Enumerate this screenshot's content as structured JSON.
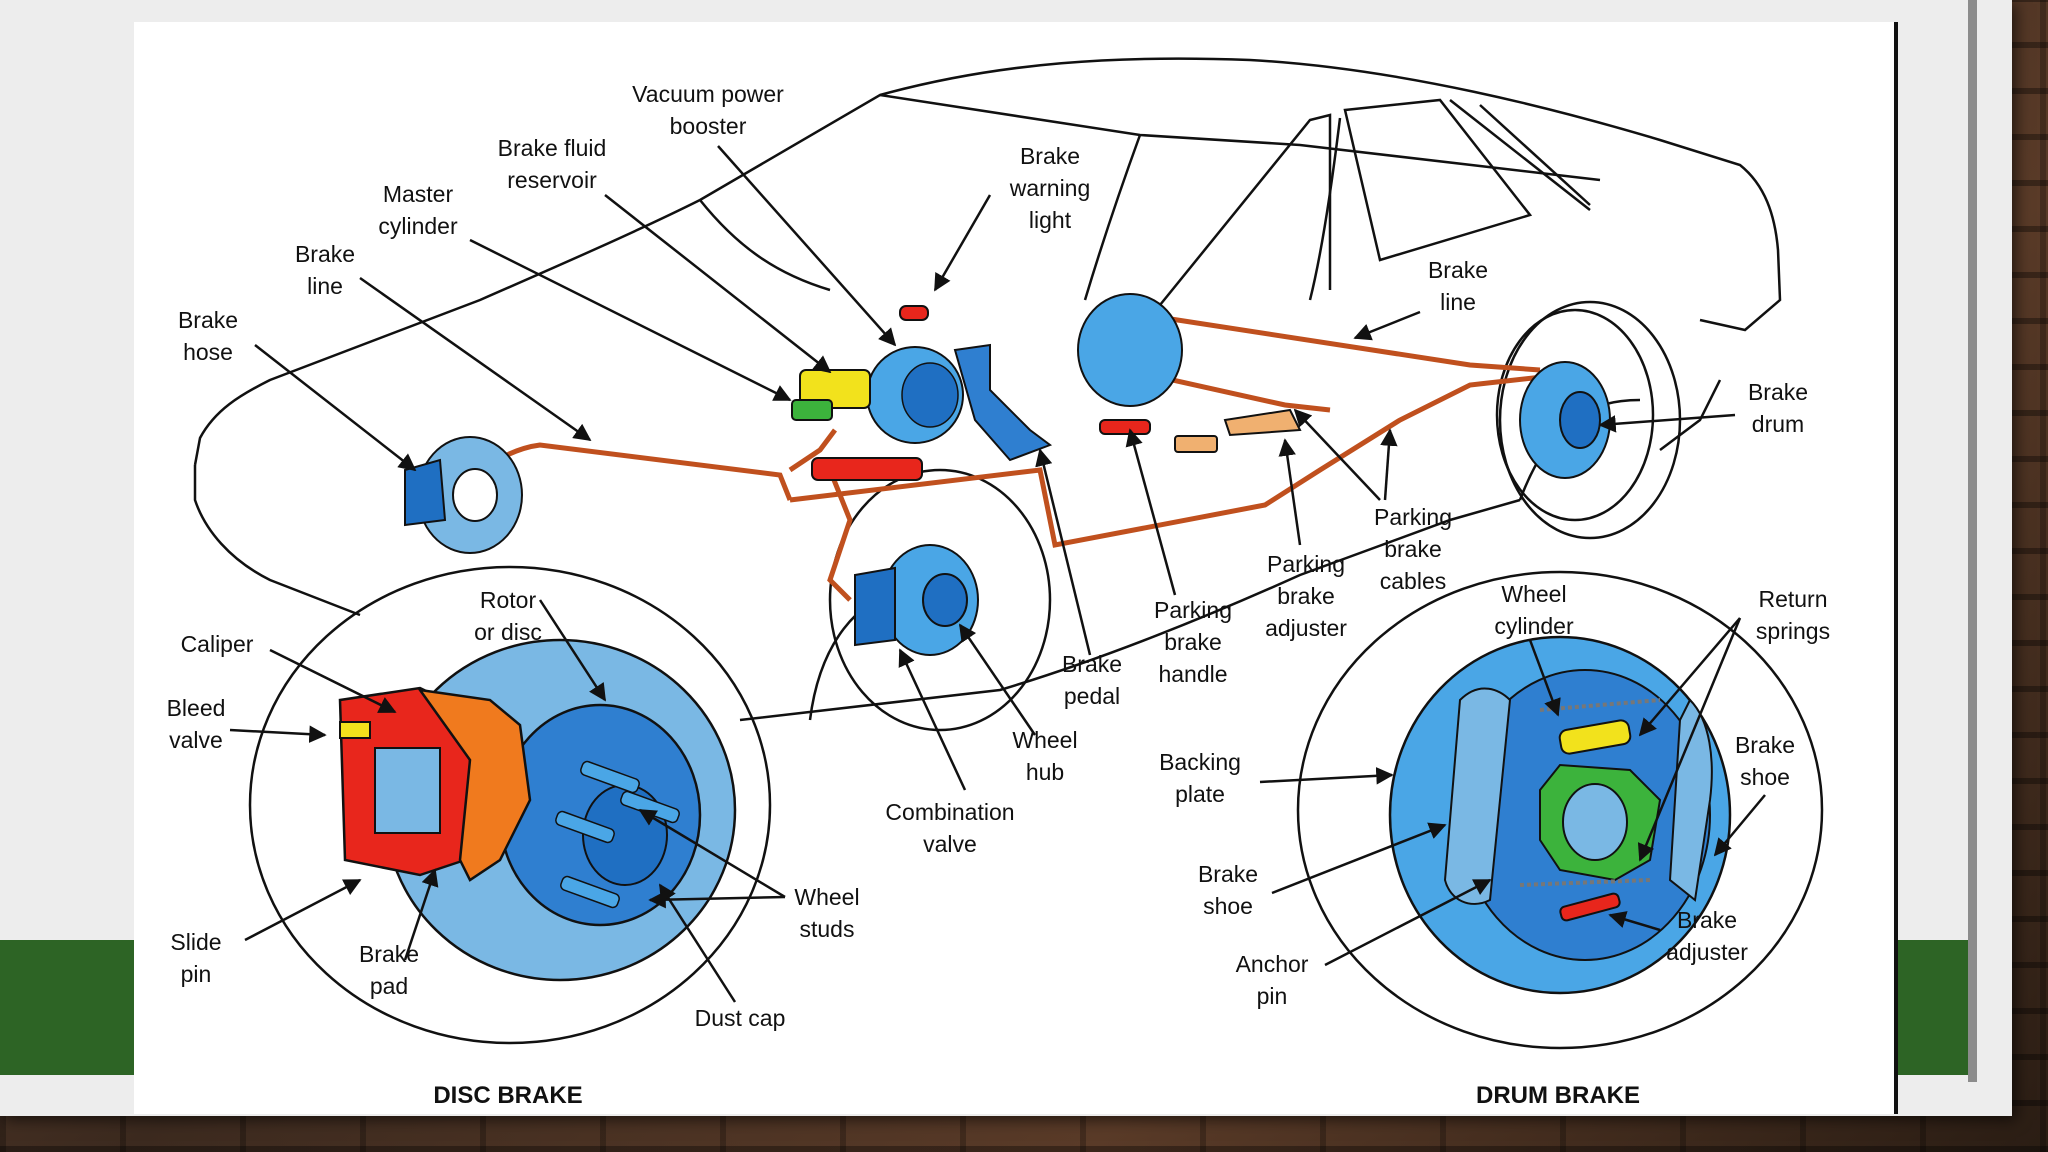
{
  "labels": {
    "vacuum_power_booster": [
      "Vacuum power",
      "booster"
    ],
    "brake_fluid_reservoir": [
      "Brake fluid",
      "reservoir"
    ],
    "master_cylinder": [
      "Master",
      "cylinder"
    ],
    "brake_line_front": [
      "Brake",
      "line"
    ],
    "brake_hose": [
      "Brake",
      "hose"
    ],
    "brake_warning_light": [
      "Brake",
      "warning",
      "light"
    ],
    "brake_line_rear": [
      "Brake",
      "line"
    ],
    "brake_drum": [
      "Brake",
      "drum"
    ],
    "parking_brake_cables": [
      "Parking",
      "brake",
      "cables"
    ],
    "parking_brake_adjuster": [
      "Parking",
      "brake",
      "adjuster"
    ],
    "parking_brake_handle": [
      "Parking",
      "brake",
      "handle"
    ],
    "brake_pedal": [
      "Brake",
      "pedal"
    ],
    "wheel_hub": [
      "Wheel",
      "hub"
    ],
    "combination_valve": [
      "Combination",
      "valve"
    ],
    "rotor_or_disc": [
      "Rotor",
      "or disc"
    ],
    "caliper": [
      "Caliper"
    ],
    "bleed_valve": [
      "Bleed",
      "valve"
    ],
    "slide_pin": [
      "Slide",
      "pin"
    ],
    "brake_pad": [
      "Brake",
      "pad"
    ],
    "dust_cap": [
      "Dust cap"
    ],
    "wheel_studs": [
      "Wheel",
      "studs"
    ],
    "wheel_cylinder": [
      "Wheel",
      "cylinder"
    ],
    "return_springs": [
      "Return",
      "springs"
    ],
    "brake_shoe_right": [
      "Brake",
      "shoe"
    ],
    "backing_plate": [
      "Backing",
      "plate"
    ],
    "brake_shoe_left": [
      "Brake",
      "shoe"
    ],
    "anchor_pin": [
      "Anchor",
      "pin"
    ],
    "brake_adjuster": [
      "Brake",
      "adjuster"
    ]
  },
  "titles": {
    "disc_brake": "DISC BRAKE",
    "drum_brake": "DRUM BRAKE"
  },
  "colors": {
    "blue": "#4aa6e6",
    "blue_dark": "#1f6fc2",
    "red": "#e8261c",
    "orange": "#f07a1e",
    "yellow": "#f2e21c",
    "green": "#3cb33c",
    "brake_line": "#c0501e"
  }
}
